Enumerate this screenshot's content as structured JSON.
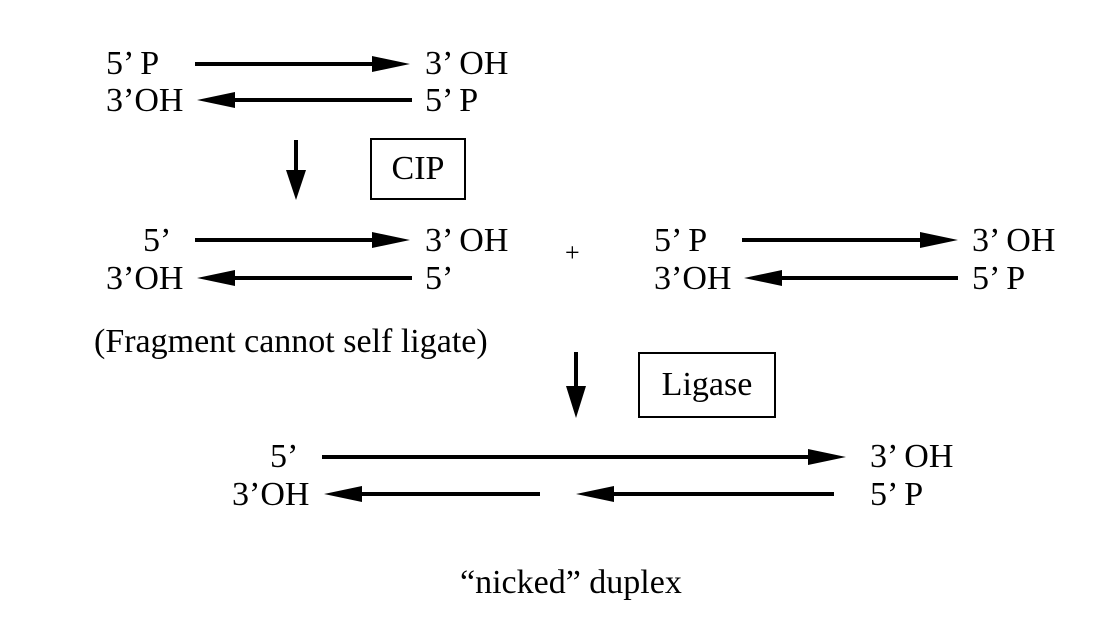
{
  "top_duplex": {
    "top_left": "5’ P",
    "top_right": "3’ OH",
    "bottom_left": "3’OH",
    "bottom_right": "5’ P"
  },
  "step1": {
    "enzyme": "CIP"
  },
  "dephosphorylated_fragment": {
    "top_left": "5’",
    "top_right": "3’ OH",
    "bottom_left": "3’OH",
    "bottom_right": "5’"
  },
  "plus": "+",
  "insert_fragment": {
    "top_left": "5’ P",
    "top_right": "3’ OH",
    "bottom_left": "3’OH",
    "bottom_right": "5’ P"
  },
  "fragment_note": "(Fragment cannot self ligate)",
  "step2": {
    "enzyme": "Ligase"
  },
  "product": {
    "top_left": "5’",
    "top_right": "3’ OH",
    "bottom_left": "3’OH",
    "bottom_right": "5’ P",
    "caption": "“nicked” duplex"
  }
}
